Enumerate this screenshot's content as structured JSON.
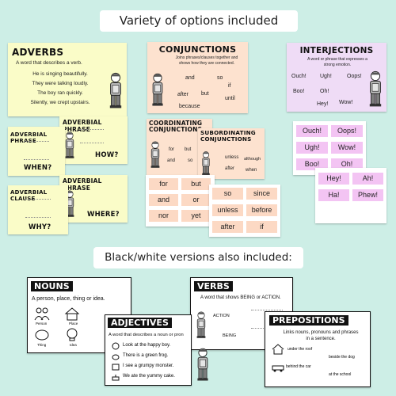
{
  "banners": {
    "top": "Variety of options included",
    "bottom": "Black/white versions also included:"
  },
  "adverbs": {
    "title": "ADVERBS",
    "definition": "A word that describes a verb.",
    "examples": [
      "He is singing beautifully.",
      "They were talking loudly.",
      "The boy ran quickly.",
      "Silently, we crept upstairs."
    ]
  },
  "conjunctions": {
    "title": "CONJUNCTIONS",
    "definition": "Joins phrases/clauses together and shows how they are connected.",
    "words": [
      "and",
      "so",
      "if",
      "after",
      "but",
      "until",
      "because"
    ]
  },
  "interjections": {
    "title": "INTERJECTIONS",
    "definition": "A word or phrase that expresses a strong emotion.",
    "words": [
      "Ouch!",
      "Ugh!",
      "Oops!",
      "Boo!",
      "Oh!",
      "Hey!",
      "Wow!"
    ]
  },
  "adverbial_phrase_a": {
    "title": "ADVERBIAL PHRASE",
    "question": "WHEN?"
  },
  "adverbial_phrase_b": {
    "title": "ADVERBIAL PHRASE",
    "question": "HOW?"
  },
  "adverbial_clause": {
    "title": "ADVERBIAL CLAUSE",
    "question": "WHY?"
  },
  "adverbial_phrase_c": {
    "title": "ADVERBIAL PHRASE",
    "question": "WHERE?"
  },
  "coordinating": {
    "title": "COORDINATING CONJUNCTIONS",
    "words": [
      "for",
      "but",
      "and",
      "so"
    ]
  },
  "subordinating": {
    "title": "SUBORDINATING CONJUNCTIONS",
    "words": [
      "unless",
      "although",
      "after",
      "when"
    ]
  },
  "coord_chips": [
    "for",
    "but",
    "and",
    "or",
    "nor",
    "yet"
  ],
  "sub_chips": [
    "so",
    "since",
    "unless",
    "before",
    "after",
    "if"
  ],
  "interj_chips_a": [
    "Ouch!",
    "Oops!",
    "Ugh!",
    "Wow!",
    "Boo!",
    "Oh!"
  ],
  "interj_chips_b": [
    "Hey!",
    "Ah!",
    "Ha!",
    "Phew!"
  ],
  "nouns": {
    "title": "NOUNS",
    "definition": "A person, place, thing or idea.",
    "labels": [
      "Person",
      "Place",
      "Thing",
      "Idea"
    ]
  },
  "adjectives": {
    "title": "ADJECTIVES",
    "definition": "A word that describes a noun or pron",
    "examples": [
      "Look at the happy boy.",
      "There is a green frog.",
      "I see a grumpy monster.",
      "We ate the yummy cake."
    ]
  },
  "verbs": {
    "title": "VERBS",
    "definition": "A word that shows BEING or ACTION.",
    "labels": [
      "ACTION",
      "BEING"
    ]
  },
  "prepositions": {
    "title": "PREPOSITIONS",
    "definition": "Links nouns, pronouns and phrases in a sentence.",
    "examples": [
      "under the roof",
      "beside the dog",
      "behind the car",
      "at the school"
    ]
  }
}
